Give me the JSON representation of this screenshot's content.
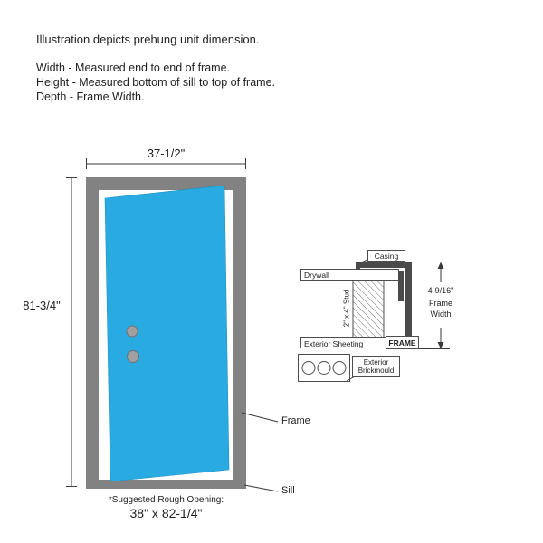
{
  "header": {
    "intro": "Illustration depicts prehung unit dimension.",
    "definitions": [
      "Width - Measured end to end of frame.",
      "Height - Measured bottom of sill to top of frame.",
      "Depth - Frame Width."
    ]
  },
  "door_diagram": {
    "width_dimension": "37-1/2\"",
    "height_dimension": "81-3/4\"",
    "frame_label": "Frame",
    "sill_label": "Sill",
    "rough_opening_caption": "*Suggested Rough Opening:",
    "rough_opening_value": "38\" x 82-1/4\"",
    "door_color": "#29ABE2",
    "frame_color": "#828282"
  },
  "cross_section": {
    "casing_label": "Casing",
    "drywall_label": "Drywall",
    "stud_label": "2\" x 4\" Stud",
    "sheeting_label": "Exterior Sheeting",
    "frame_label": "FRAME",
    "brickmould_label_line1": "Exterior",
    "brickmould_label_line2": "Brickmould",
    "depth_dimension": "4-9/16\"",
    "depth_label_line1": "Frame",
    "depth_label_line2": "Width"
  }
}
